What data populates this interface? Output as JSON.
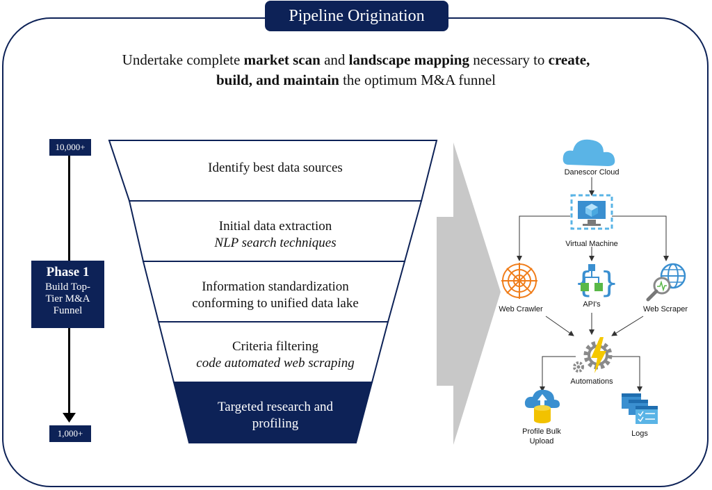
{
  "title": "Pipeline Origination",
  "subtitle": {
    "p1": "Undertake complete ",
    "b1": "market scan",
    "p2": " and ",
    "b2": "landscape mapping",
    "p3": " necessary to ",
    "b3": "create,",
    "b4": "build, and maintain",
    "p4": " the optimum M&A funnel"
  },
  "timeline": {
    "top_count": "10,000+",
    "bottom_count": "1,000+",
    "phase_title": "Phase 1",
    "phase_desc": "Build Top-Tier M&A Funnel"
  },
  "funnel": {
    "stages": [
      {
        "title": "Identify best data sources",
        "subtitle": ""
      },
      {
        "title": "Initial data extraction",
        "subtitle": "NLP search techniques"
      },
      {
        "title": "Information standardization",
        "subtitle": "conforming to unified data lake"
      },
      {
        "title": "Criteria filtering",
        "subtitle": "code automated web scraping"
      },
      {
        "title": "Targeted research and",
        "subtitle": "profiling"
      }
    ]
  },
  "architecture": {
    "cloud": "Danescor Cloud",
    "vm": "Virtual Machine",
    "crawler": "Web Crawler",
    "apis": "API's",
    "scraper": "Web Scraper",
    "automations": "Automations",
    "upload_l1": "Profile Bulk",
    "upload_l2": "Upload",
    "logs": "Logs"
  },
  "colors": {
    "navy": "#0d2257",
    "arrow_gray": "#c8c8c8",
    "cloud_blue": "#5ab4e6",
    "orange": "#f07d1a"
  },
  "icons": [
    "cloud-icon",
    "virtual-machine-icon",
    "spider-web-icon",
    "api-icon",
    "globe-search-icon",
    "gear-bolt-icon",
    "cloud-upload-icon",
    "logs-icon"
  ]
}
